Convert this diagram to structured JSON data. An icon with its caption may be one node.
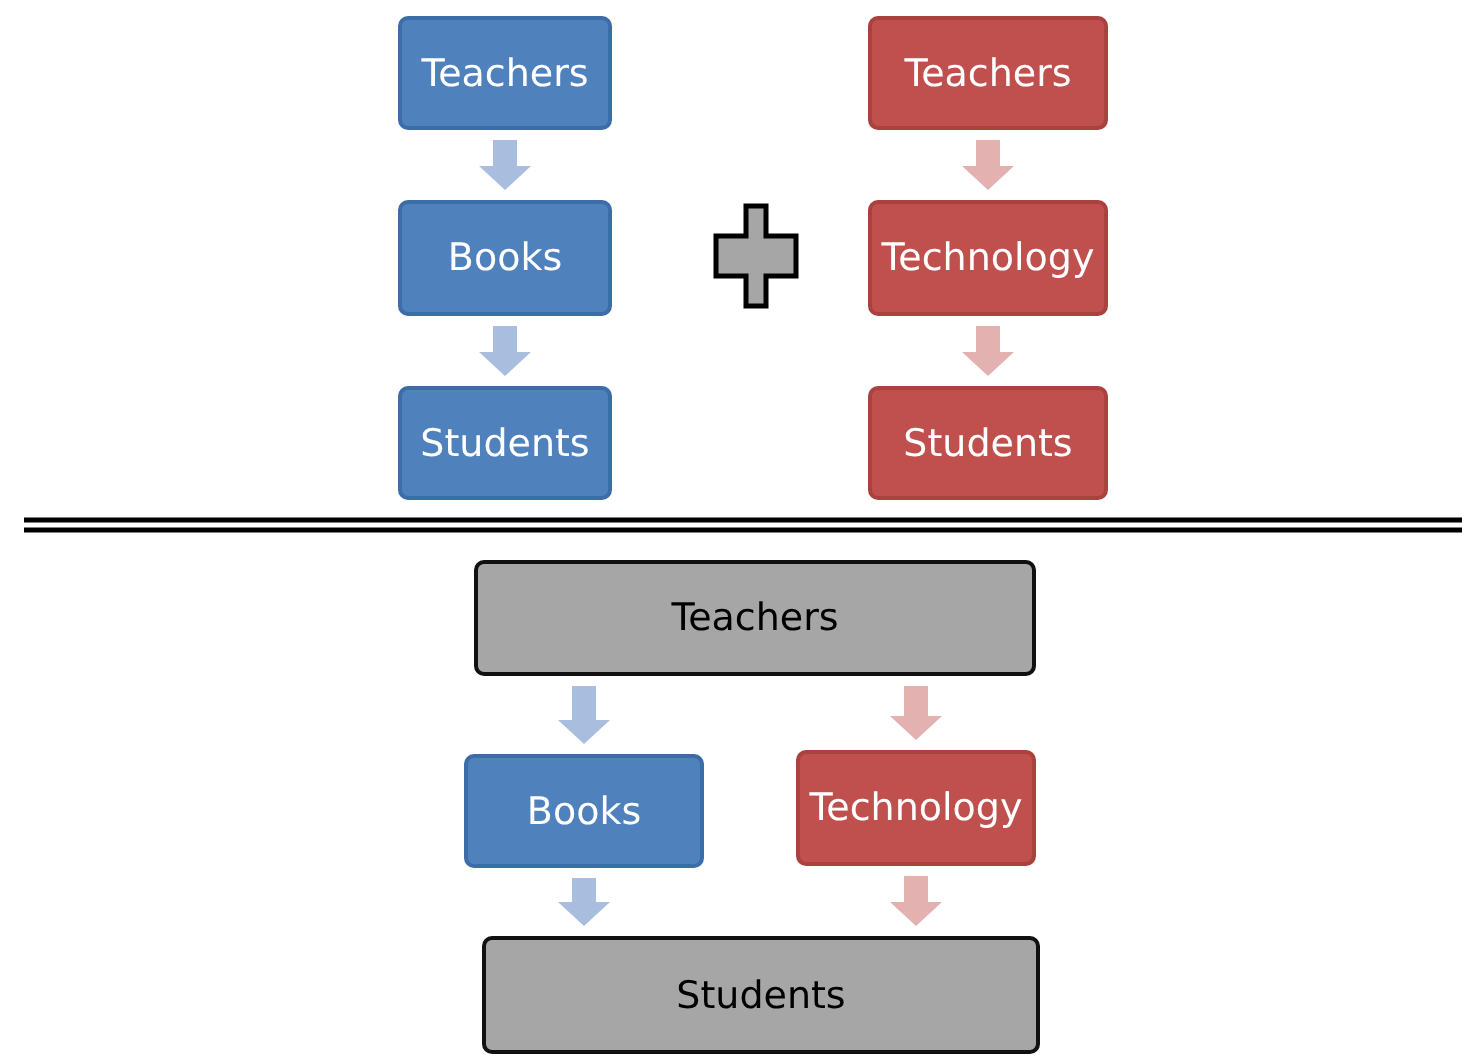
{
  "diagram": {
    "nodes": [
      {
        "text": [
          "Teachers"
        ]
      },
      {
        "text": [
          "Books"
        ]
      },
      {
        "text": [
          "Students"
        ]
      },
      {
        "text": [
          "Teachers"
        ]
      },
      {
        "text": [
          "Technology"
        ]
      },
      {
        "text": [
          "Students"
        ]
      },
      {
        "text": [
          "Teachers"
        ]
      },
      {
        "text": [
          "Books"
        ]
      },
      {
        "text": [
          "Technology"
        ]
      },
      {
        "text": [
          "Students"
        ]
      }
    ],
    "edges": [
      {
        "from": 0,
        "to": 1,
        "arrow": "to"
      },
      {
        "from": 1,
        "to": 2,
        "arrow": "to"
      },
      {
        "from": 3,
        "to": 4,
        "arrow": "to",
        "color": "#e3b1b0"
      },
      {
        "from": 4,
        "to": 5,
        "arrow": "to",
        "color": "#e3b1b0"
      },
      {
        "from": 6,
        "to": 7,
        "arrow": "to"
      },
      {
        "from": 6,
        "to": 8,
        "arrow": "to",
        "color": "#e3b1b0"
      },
      {
        "from": 7,
        "to": 9,
        "arrow": "to"
      },
      {
        "from": 8,
        "to": 9,
        "arrow": "to",
        "color": "#e3b1b0"
      }
    ]
  }
}
